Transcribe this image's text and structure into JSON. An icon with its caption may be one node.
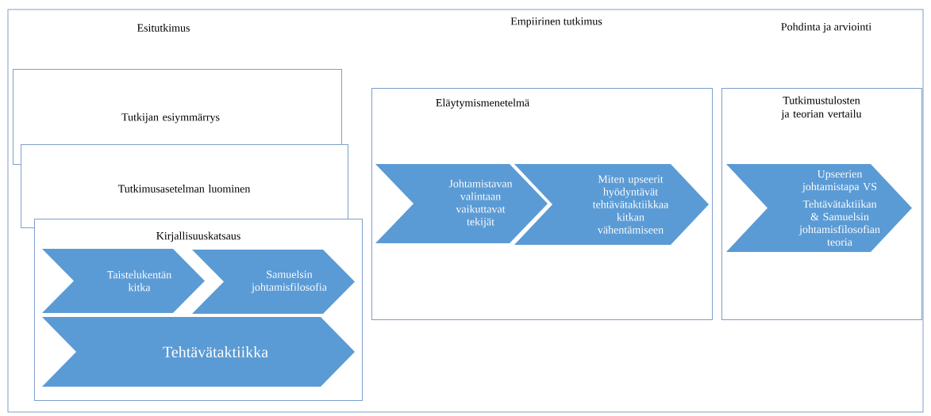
{
  "diagram": {
    "nodes": [
      {
        "text": [
          "Tutkijan esiymmärrys"
        ]
      },
      {
        "text": [
          "Tutkimusasetelman luominen"
        ]
      },
      {
        "text": [
          "Kirjallisuuskatsaus"
        ]
      },
      {
        "text": [
          "Taistelukentän kitka"
        ],
        "in": 2
      },
      {
        "text": [
          "Samuelsin johtamisfilosofia"
        ],
        "in": 2
      },
      {
        "text": [
          "Tehtävätaktiikka"
        ],
        "in": 2
      },
      {
        "text": [
          "Eläytymismenetelmä"
        ]
      },
      {
        "text": [
          "Johtamistavan valintaan vaikuttavat tekijät"
        ],
        "in": 6
      },
      {
        "text": [
          "Miten upseerit hyödyntävät tehtävätaktiikkaa kitkan vähentämiseen"
        ],
        "in": 6
      },
      {
        "text": [
          "Tutkimustulosten ja teorian vertailu"
        ]
      },
      {
        "text": [
          "Upseerien johtamistapa VS",
          "Tehtävätaktiikan & Samuelsin johtamisfilosofian teoria"
        ],
        "in": 9
      }
    ],
    "edges": [],
    "labels": [
      "Esitutkimus",
      "Empiirinen tutkimus",
      "Pohdinta ja arviointi"
    ]
  }
}
